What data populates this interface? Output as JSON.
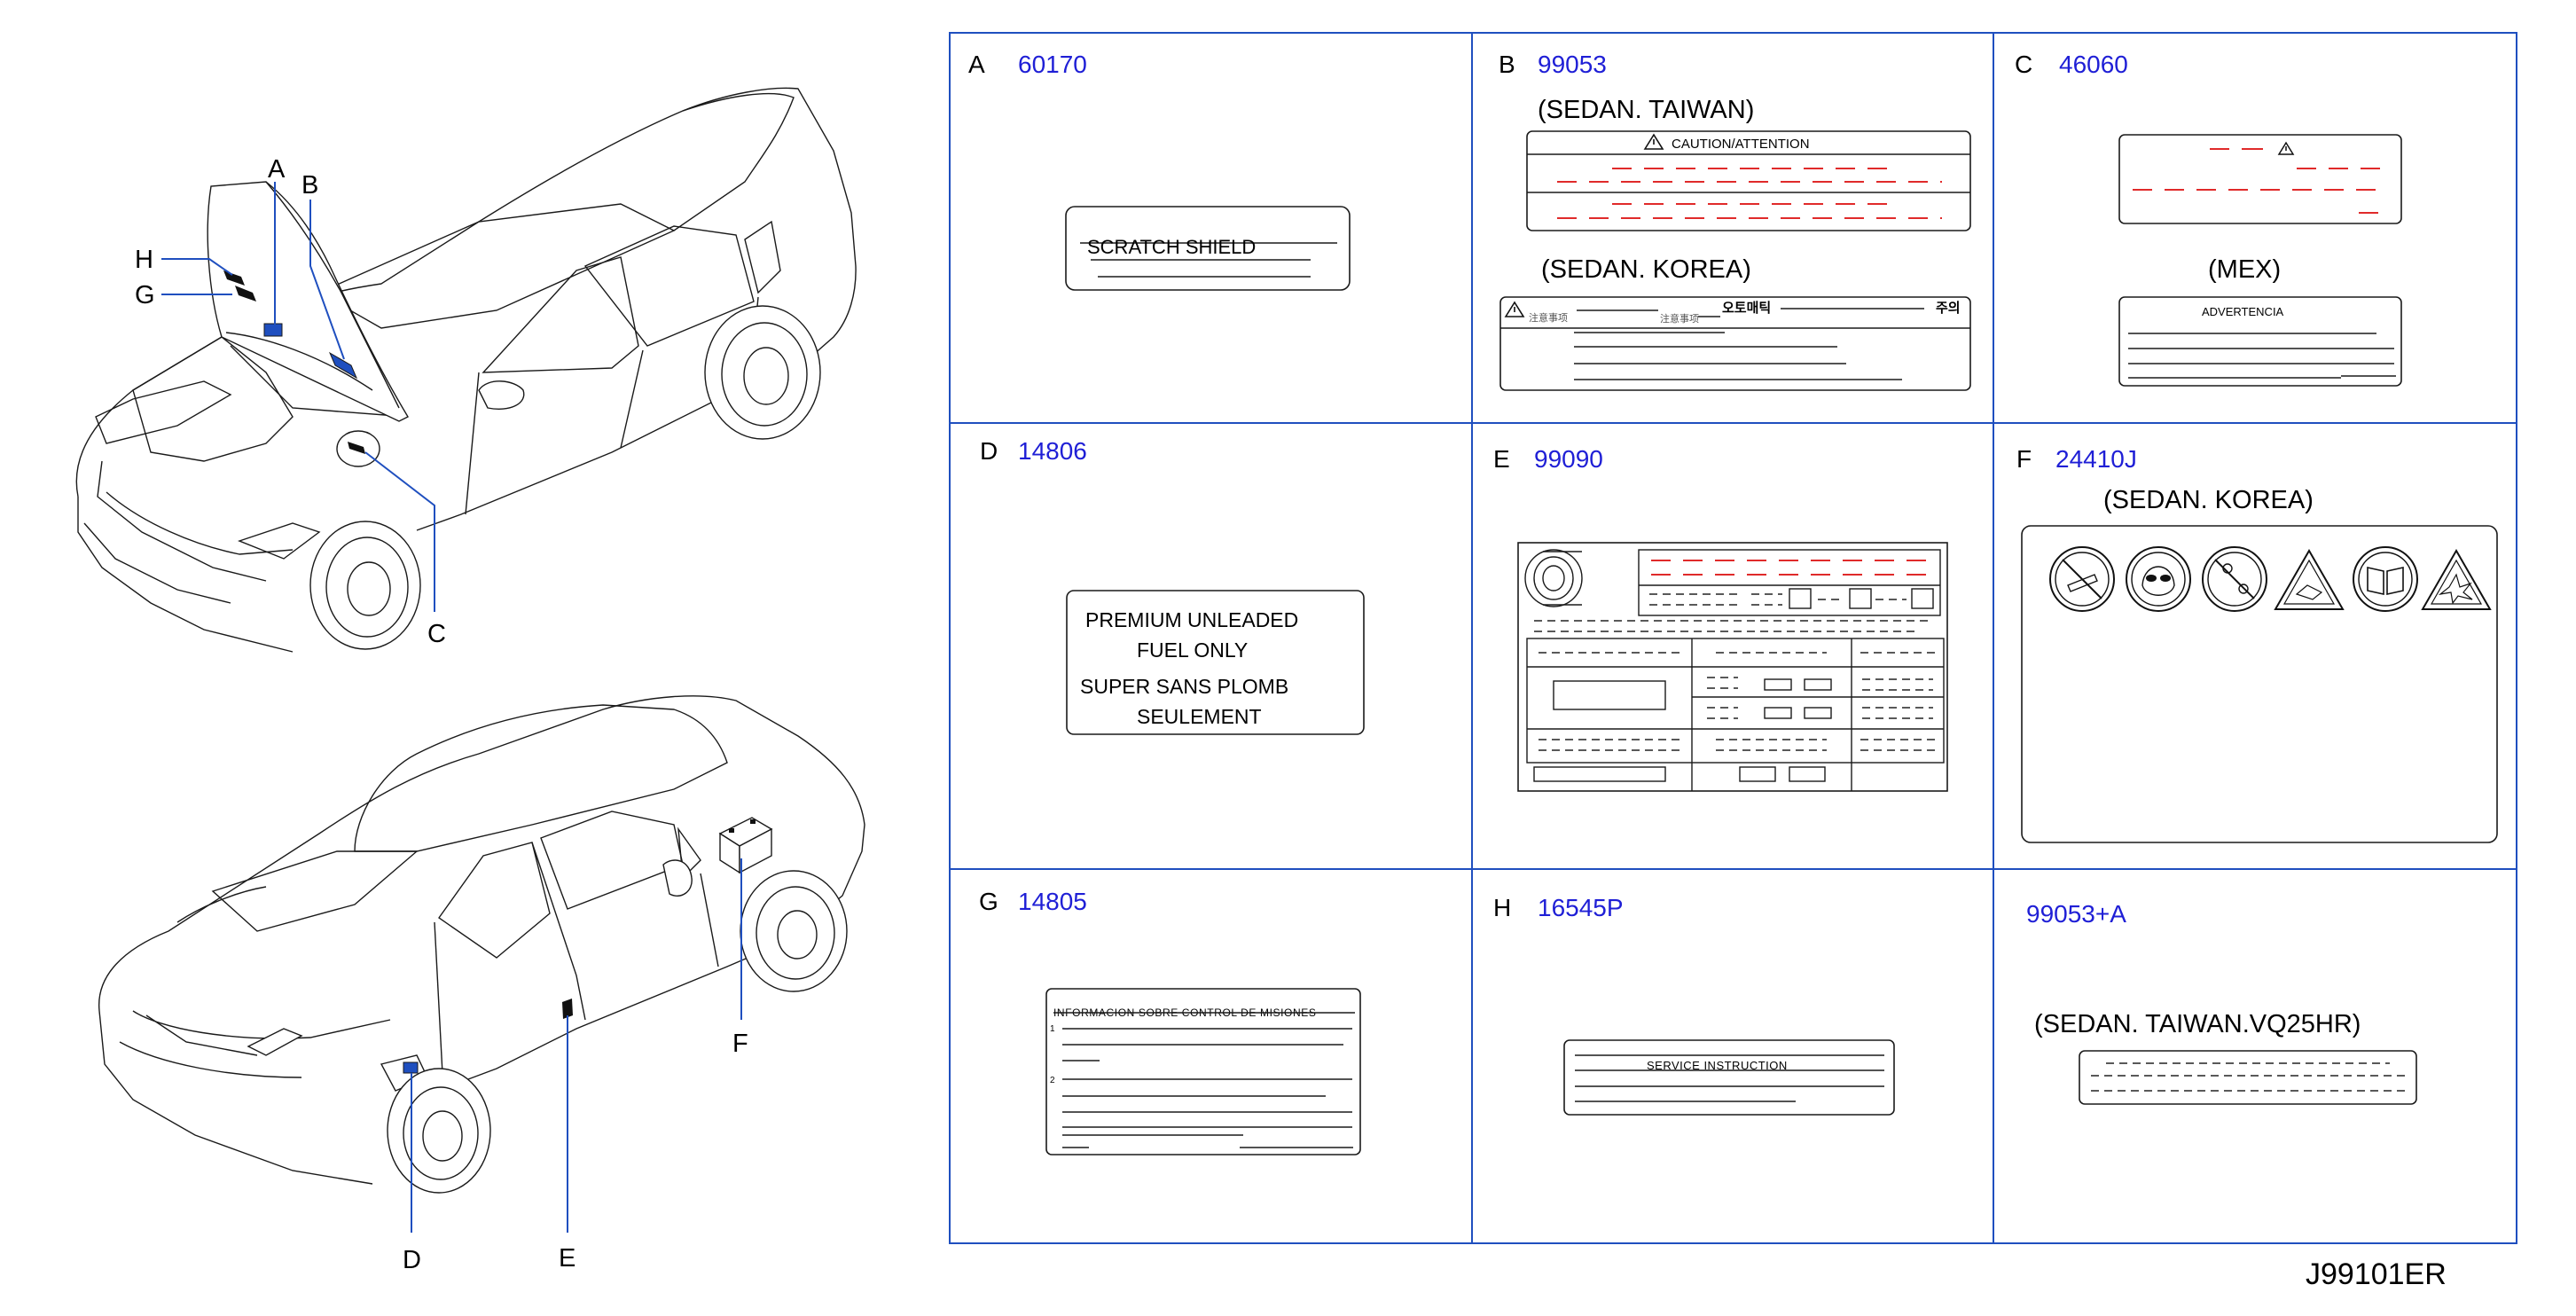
{
  "callouts": [
    "A",
    "B",
    "C",
    "D",
    "E",
    "F",
    "G",
    "H"
  ],
  "cells": [
    {
      "letter": "A",
      "part": "60170",
      "label": {
        "lines": [
          "SCRATCH SHIELD"
        ]
      }
    },
    {
      "letter": "B",
      "part": "99053",
      "captions": [
        "(SEDAN.  TAIWAN)",
        "(SEDAN.  KOREA)"
      ],
      "label_tw": {
        "title": "CAUTION/ATTENTION"
      },
      "label_kr": {
        "left": "注意事项",
        "mid": "注意事项",
        "brand": "오토매틱",
        "right": "주의"
      }
    },
    {
      "letter": "C",
      "part": "46060",
      "captions": [
        "(MEX)"
      ],
      "label_mex": {
        "title": "ADVERTENCIA"
      }
    },
    {
      "letter": "D",
      "part": "14806",
      "label": {
        "lines": [
          "PREMIUM   UNLEADED",
          "FUEL   ONLY",
          "SUPER   SANS   PLOMB",
          "SEULEMENT"
        ]
      }
    },
    {
      "letter": "E",
      "part": "99090"
    },
    {
      "letter": "F",
      "part": "24410J",
      "captions": [
        "(SEDAN.   KOREA)"
      ]
    },
    {
      "letter": "G",
      "part": "14805",
      "label": {
        "title": "INFORMACION   SOBRE   CONTROL   DE   MISIONES",
        "n1": "1",
        "n2": "2"
      }
    },
    {
      "letter": "H",
      "part": "16545P",
      "label": {
        "title": "SERVICE   INSTRUCTION"
      }
    },
    {
      "letter": "",
      "part": "99053+A",
      "captions": [
        "(SEDAN.   TAIWAN.VQ25HR)"
      ]
    }
  ],
  "drawing_number": "J99101ER",
  "colors": {
    "part_number": "#1f1fd6",
    "leader": "#1f4fbf",
    "warning_dash": "#e02a2a"
  }
}
